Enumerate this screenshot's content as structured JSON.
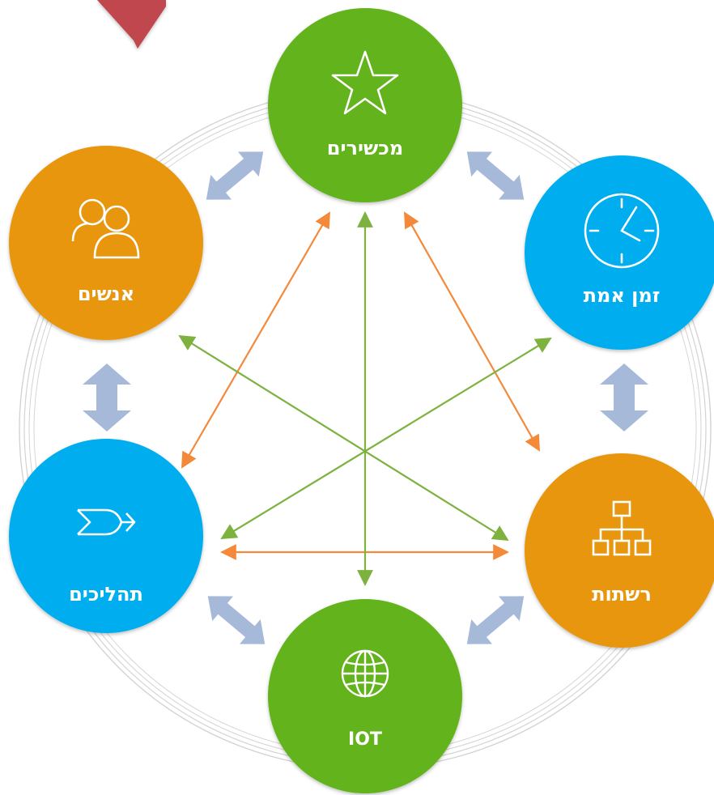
{
  "diagram": {
    "nodes": [
      {
        "id": "devices",
        "label": "מכשירים",
        "icon": "star-icon",
        "color": "#63B31B"
      },
      {
        "id": "realtime",
        "label": "זמן אמת",
        "icon": "clock-icon",
        "color": "#00AEEF"
      },
      {
        "id": "networks",
        "label": "רשתות",
        "icon": "org-chart-icon",
        "color": "#E8960B"
      },
      {
        "id": "iot",
        "label": "IOT",
        "icon": "globe-icon",
        "color": "#63B31B"
      },
      {
        "id": "processes",
        "label": "תהליכים",
        "icon": "merge-arrow-icon",
        "color": "#00AEEF"
      },
      {
        "id": "people",
        "label": "אנשים",
        "icon": "people-icon",
        "color": "#E8960B"
      }
    ],
    "connections": [
      {
        "from": "devices",
        "to": "processes",
        "color": "#F4893A"
      },
      {
        "from": "devices",
        "to": "networks",
        "color": "#F4893A"
      },
      {
        "from": "processes",
        "to": "networks",
        "color": "#F4893A"
      },
      {
        "from": "devices",
        "to": "iot",
        "color": "#7DB23F"
      },
      {
        "from": "people",
        "to": "networks",
        "color": "#7DB23F"
      },
      {
        "from": "realtime",
        "to": "processes",
        "color": "#7DB23F"
      }
    ],
    "ring_arrow_color": "#A6B9D9",
    "ring_line_color": "#D0D0D0",
    "corner_marker_color": "#C0474D"
  }
}
